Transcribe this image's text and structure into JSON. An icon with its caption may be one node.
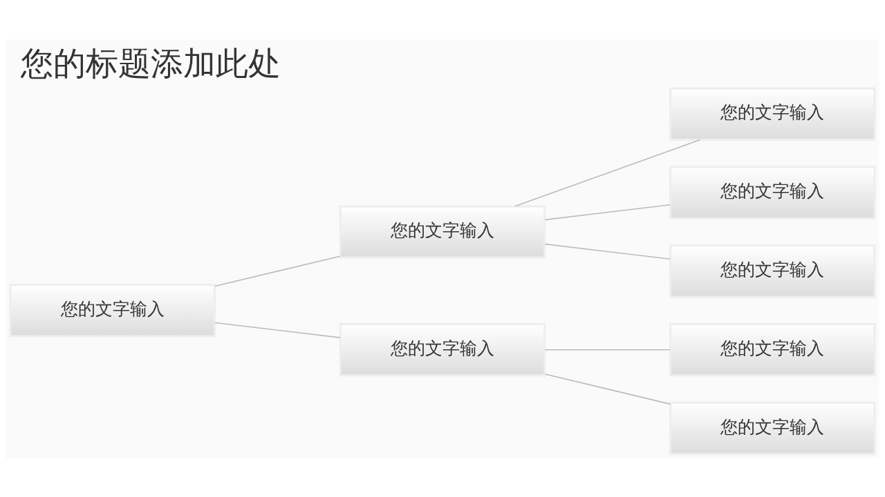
{
  "diagram": {
    "title": "您的标题添加此处",
    "nodes": [
      {
        "text": [
          "您的文字输入"
        ]
      },
      {
        "text": [
          "您的文字输入"
        ]
      },
      {
        "text": [
          "您的文字输入"
        ]
      },
      {
        "text": [
          "您的文字输入"
        ]
      },
      {
        "text": [
          "您的文字输入"
        ]
      },
      {
        "text": [
          "您的文字输入"
        ]
      },
      {
        "text": [
          "您的文字输入"
        ]
      },
      {
        "text": [
          "您的文字输入"
        ]
      }
    ],
    "edges": [
      {
        "from": 0,
        "to": 1,
        "arrow": "none"
      },
      {
        "from": 0,
        "to": 5,
        "arrow": "none"
      },
      {
        "from": 1,
        "to": 2,
        "arrow": "none"
      },
      {
        "from": 1,
        "to": 3,
        "arrow": "none"
      },
      {
        "from": 1,
        "to": 4,
        "arrow": "none"
      },
      {
        "from": 5,
        "to": 6,
        "arrow": "none"
      },
      {
        "from": 5,
        "to": 7,
        "arrow": "none"
      }
    ]
  }
}
